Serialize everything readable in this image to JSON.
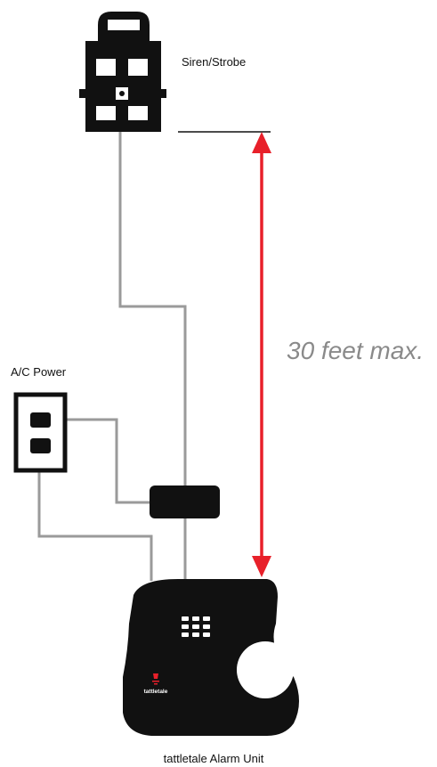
{
  "labels": {
    "siren": "Siren/Strobe",
    "power": "A/C Power",
    "alarm_unit": "tattletale Alarm Unit",
    "distance": "30 feet max.",
    "brand": "tattletale"
  },
  "colors": {
    "device": "#111111",
    "cable": "#9a9a9a",
    "arrow": "#e8202a",
    "distance_text": "#8a8a8a",
    "brand_mark": "#e8202a"
  }
}
